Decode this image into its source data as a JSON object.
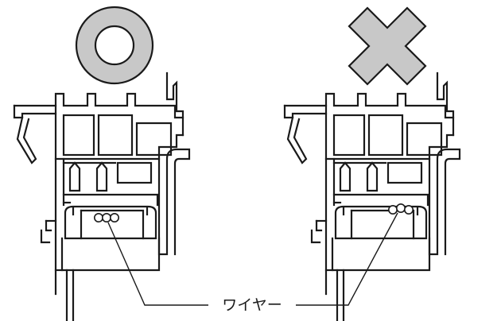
{
  "colors": {
    "symbol_fill": "#c8c8c8",
    "line": "#1a1a1a",
    "background": "#ffffff"
  },
  "marks": {
    "left": "circle-mark",
    "right": "cross-mark"
  },
  "wire_label": "ワイヤー"
}
